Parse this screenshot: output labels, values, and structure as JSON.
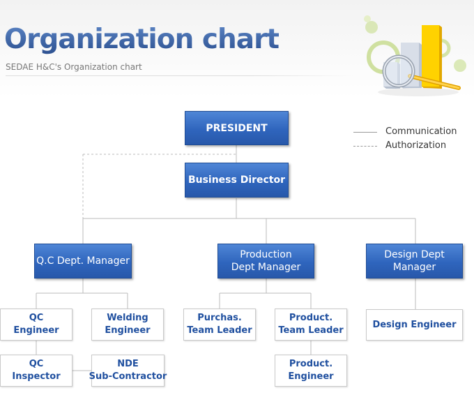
{
  "header": {
    "title": "Organization chart",
    "subtitle": "SEDAE H&C's Organization chart"
  },
  "legend": {
    "communication": "Communication",
    "authorization": "Authorization"
  },
  "nodes": {
    "president": "PRESIDENT",
    "business_director": "Business Director",
    "qc_manager": "Q.C Dept. Manager",
    "production_manager": [
      "Production",
      "Dept Manager"
    ],
    "design_manager": [
      "Design Dept",
      "Manager"
    ],
    "qc_engineer": [
      "QC",
      "Engineer"
    ],
    "welding_engineer": [
      "Welding",
      "Engineer"
    ],
    "qc_inspector": [
      "QC",
      "Inspector"
    ],
    "nde_subcontractor": [
      "NDE",
      "Sub-Contractor"
    ],
    "purchas_team_leader": [
      "Purchas.",
      "Team Leader"
    ],
    "product_team_leader": [
      "Product.",
      "Team Leader"
    ],
    "product_engineer": [
      "Product.",
      "Engineer"
    ],
    "design_engineer": "Design Engineer"
  },
  "colors": {
    "box_blue": "#2f65bd",
    "box_text_white": "#ffffff",
    "box_text_blue": "#1f4f9f",
    "title": "#3a5f9f",
    "connector": "#bbbbbb"
  }
}
